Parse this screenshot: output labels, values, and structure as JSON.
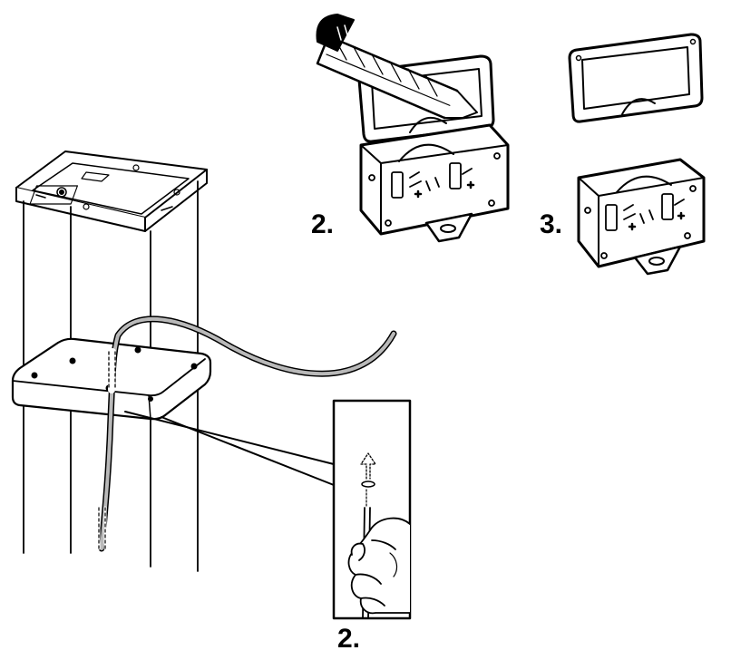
{
  "steps": {
    "box_open_label": "2.",
    "box_separated_label": "3.",
    "detail_label": "2."
  },
  "colors": {
    "stroke": "#000000",
    "cable_gray": "#b9b9b9",
    "knife_blade": "#ffffff",
    "background": "#ffffff"
  },
  "icons": {
    "cutter": "utility-knife-icon",
    "hand": "hand-icon",
    "junction_box": "junction-box-icon"
  }
}
